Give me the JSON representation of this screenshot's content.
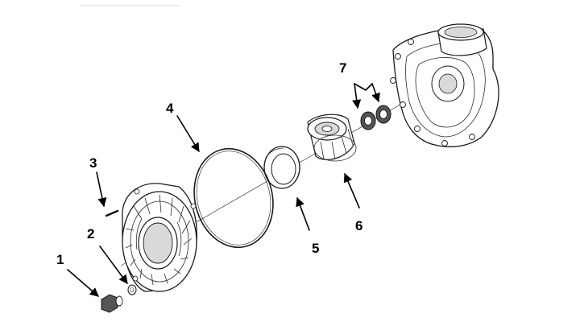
{
  "diagram": {
    "callouts": [
      {
        "id": "1",
        "text": "1"
      },
      {
        "id": "2",
        "text": "2"
      },
      {
        "id": "3",
        "text": "3"
      },
      {
        "id": "4",
        "text": "4"
      },
      {
        "id": "5",
        "text": "5"
      },
      {
        "id": "6",
        "text": "6"
      },
      {
        "id": "7",
        "text": "7"
      }
    ],
    "colors": {
      "line": "#000000",
      "background": "#ffffff"
    }
  }
}
